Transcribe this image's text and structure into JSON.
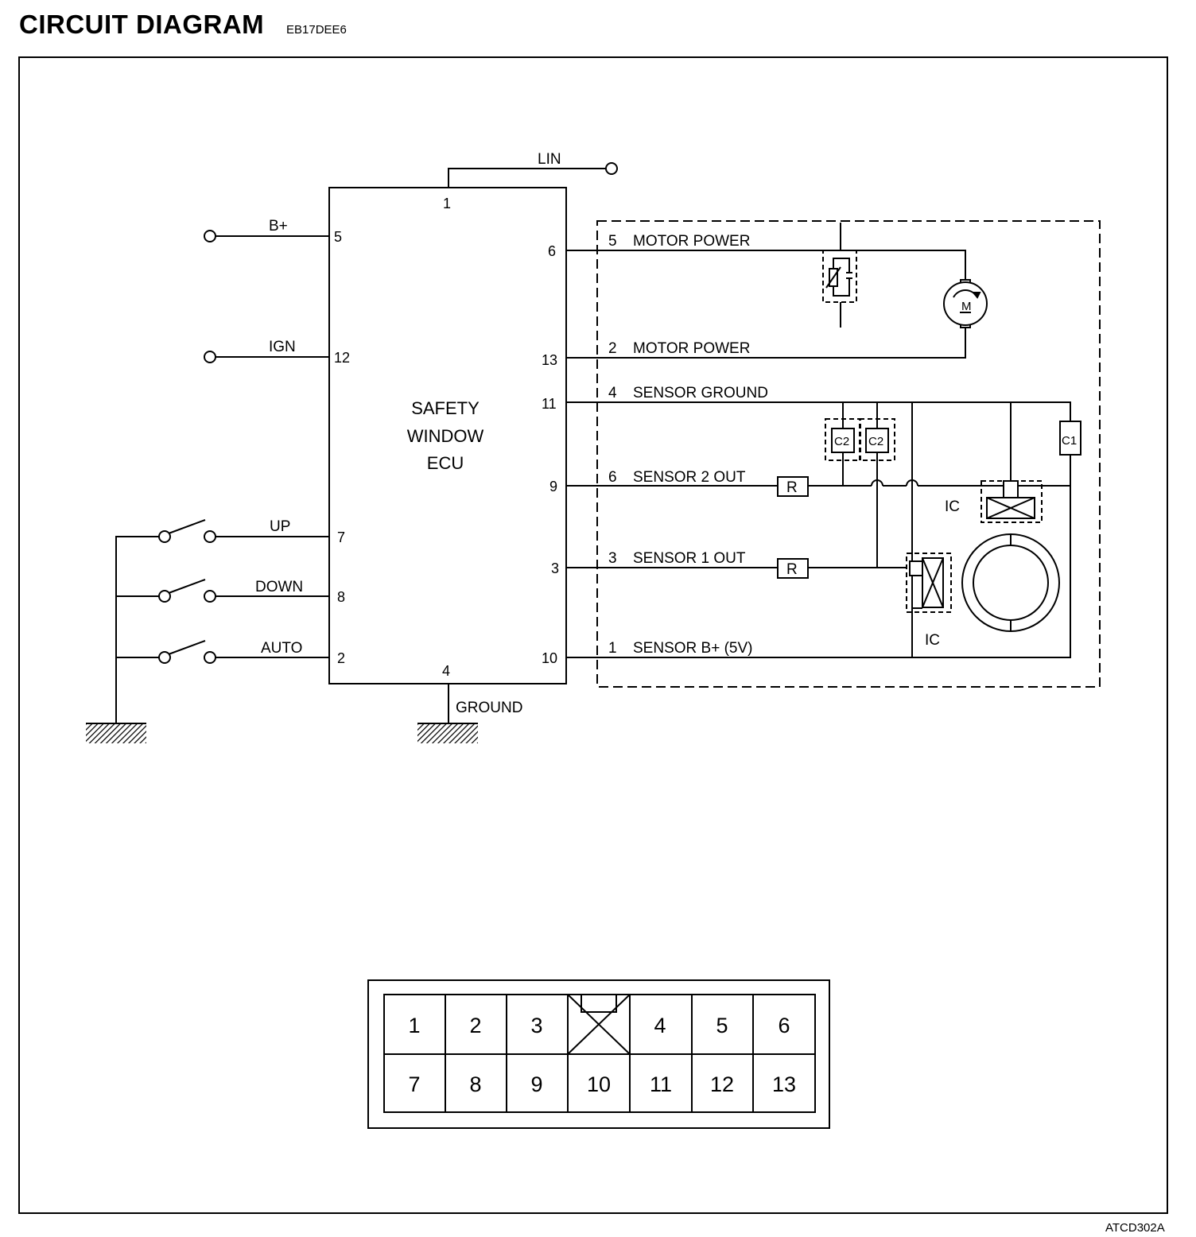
{
  "title": "CIRCUIT DIAGRAM",
  "code": "EB17DEE6",
  "figure_id": "ATCD302A",
  "ecu": {
    "name_lines": [
      "SAFETY",
      "WINDOW",
      "ECU"
    ],
    "top_pin": "1",
    "top_signal": "LIN",
    "bottom_pin": "4",
    "bottom_signal": "GROUND",
    "left_pins": [
      {
        "pin": "5",
        "signal": "B+"
      },
      {
        "pin": "12",
        "signal": "IGN"
      },
      {
        "pin": "7",
        "signal": "UP"
      },
      {
        "pin": "8",
        "signal": "DOWN"
      },
      {
        "pin": "2",
        "signal": "AUTO"
      }
    ],
    "right_pins": [
      "6",
      "13",
      "11",
      "9",
      "3",
      "10"
    ]
  },
  "motor_unit": {
    "wires": [
      {
        "pin": "5",
        "label": "MOTOR POWER"
      },
      {
        "pin": "2",
        "label": "MOTOR POWER"
      },
      {
        "pin": "4",
        "label": "SENSOR GROUND"
      },
      {
        "pin": "6",
        "label": "SENSOR 2 OUT"
      },
      {
        "pin": "3",
        "label": "SENSOR 1 OUT"
      },
      {
        "pin": "1",
        "label": "SENSOR B+ (5V)"
      }
    ],
    "motor_symbol": "M",
    "resistor_label": "R",
    "capacitor_labels": [
      "C2",
      "C2",
      "C1"
    ],
    "ic_label": "IC"
  },
  "connector": {
    "row1": [
      "1",
      "2",
      "3",
      "",
      "4",
      "5",
      "6"
    ],
    "row2": [
      "7",
      "8",
      "9",
      "10",
      "11",
      "12",
      "13"
    ]
  }
}
